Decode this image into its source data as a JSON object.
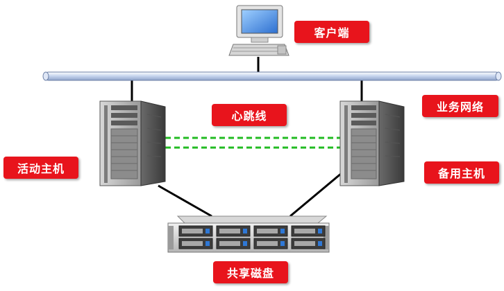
{
  "labels": {
    "client": "客户端",
    "business_network": "业务网络",
    "heartbeat": "心跳线",
    "active_host": "活动主机",
    "standby_host": "备用主机",
    "shared_disk": "共享磁盘"
  },
  "colors": {
    "label_bg": "#e8141c",
    "label_text": "#ffffff",
    "heartbeat_line": "#22bb22",
    "bus": "#b9c9e4",
    "link": "#000000"
  },
  "icons": [
    "desktop-computer-icon",
    "tower-server-icon",
    "rack-storage-icon"
  ]
}
